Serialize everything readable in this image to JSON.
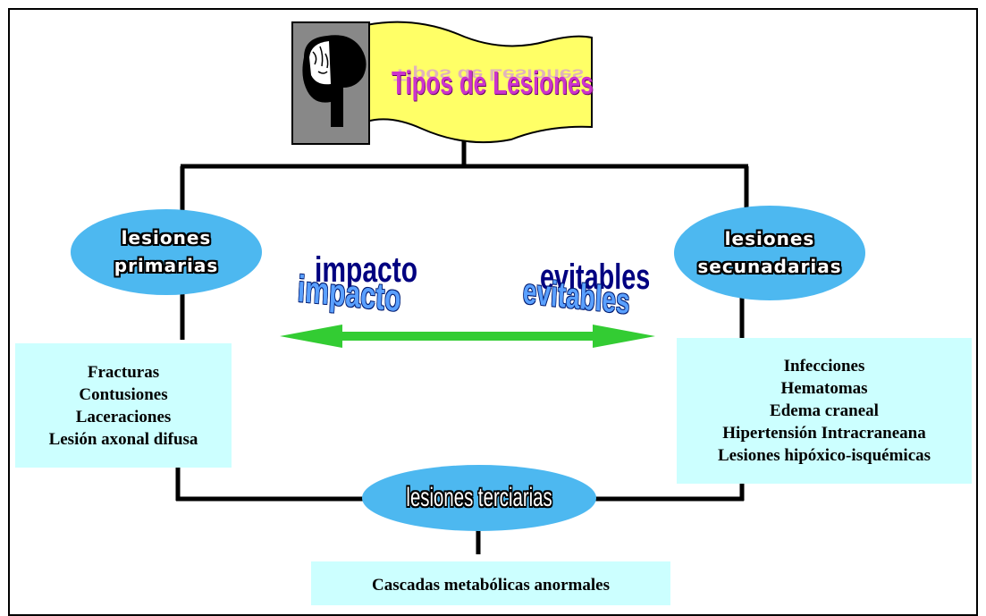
{
  "title": {
    "text": "Tipos de Lesiones"
  },
  "primary": {
    "oval_line1": "lesiones",
    "oval_line2": "primarias",
    "items": [
      "Fracturas",
      "Contusiones",
      "Laceraciones",
      "Lesión axonal difusa"
    ]
  },
  "secondary": {
    "oval_line1": "lesiones",
    "oval_line2": "secunadarias",
    "items": [
      "Infecciones",
      "Hematomas",
      "Edema craneal",
      "Hipertensión Intracraneana",
      "Lesiones hipóxico-isquémicas"
    ]
  },
  "tertiary": {
    "oval_label": "lesiones terciarias",
    "item": "Cascadas metabólicas anormales"
  },
  "arrow": {
    "left_label": "impacto",
    "right_label": "evitables"
  },
  "colors": {
    "oval_fill": "#4db8f0",
    "box_fill": "#ccffff",
    "arrow": "#33cc33",
    "banner": "#ffff66",
    "title_text": "#cc33cc"
  },
  "icons": {
    "brain": "brain-icon"
  }
}
